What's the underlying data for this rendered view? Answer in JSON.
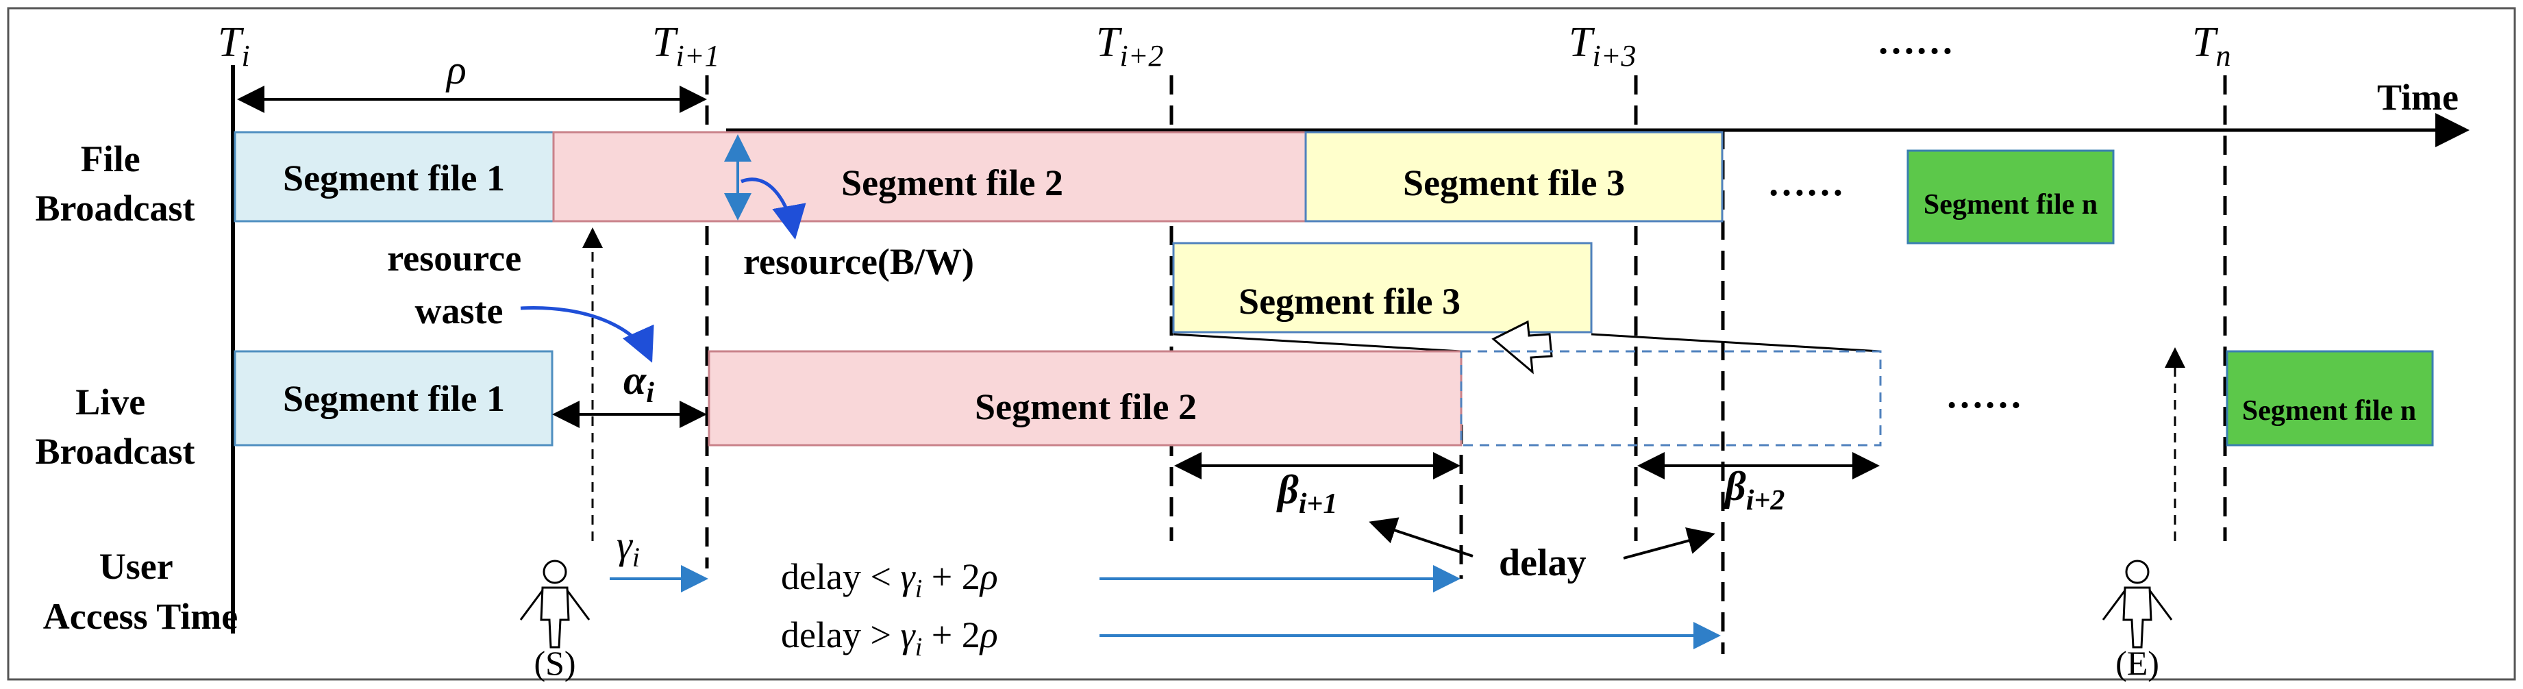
{
  "colors": {
    "blue_fill": "#dbeef4",
    "blue_stroke": "#4f8fc0",
    "pink_fill": "#f9d7d9",
    "pink_stroke": "#c9828a",
    "yellow_fill": "#ffffcc",
    "yellow_stroke": "#4f81bd",
    "green_fill": "#5cc84a",
    "green_stroke": "#3a7fb0",
    "arrow_blue": "#2f7fc8",
    "annot_blue": "#1f4fd8"
  },
  "time_marks": {
    "t_i": {
      "base": "T",
      "sub": "i"
    },
    "t_i1": {
      "base": "T",
      "sub": "i+1"
    },
    "t_i2": {
      "base": "T",
      "sub": "i+2"
    },
    "t_i3": {
      "base": "T",
      "sub": "i+3"
    },
    "t_n": {
      "base": "T",
      "sub": "n"
    },
    "ellipsis": "……"
  },
  "axis": {
    "time": "Time"
  },
  "rows": {
    "file_broadcast": [
      "File",
      "Broadcast"
    ],
    "live_broadcast": [
      "Live",
      "Broadcast"
    ],
    "user_access": [
      "User",
      "Access Time"
    ]
  },
  "segments": {
    "fb_seg1": "Segment file 1",
    "fb_seg2": "Segment file 2",
    "fb_seg3": "Segment file 3",
    "fb_ellipsis": "……",
    "fb_segn": "Segment file n",
    "float_seg3": "Segment file 3",
    "lb_seg1": "Segment file 1",
    "lb_seg2": "Segment file 2",
    "lb_ellipsis": "……",
    "lb_segn": "Segment file n"
  },
  "annotations": {
    "rho": "ρ",
    "resource_waste": [
      "resource",
      "waste"
    ],
    "resource_bw": "resource(B/W)",
    "alpha": {
      "base": "α",
      "sub": "i"
    },
    "gamma": {
      "base": "γ",
      "sub": "i"
    },
    "beta1": {
      "base": "β",
      "sub": "i+1"
    },
    "beta2": {
      "base": "β",
      "sub": "i+2"
    },
    "delay": "delay",
    "delay_lt": {
      "pre": "delay < ",
      "g": "γ",
      "gsub": "i",
      "post": " + 2",
      "rho": "ρ"
    },
    "delay_gt": {
      "pre": "delay > ",
      "g": "γ",
      "gsub": "i",
      "post": " + 2",
      "rho": "ρ"
    },
    "user_s": "(S)",
    "user_e": "(E)"
  }
}
